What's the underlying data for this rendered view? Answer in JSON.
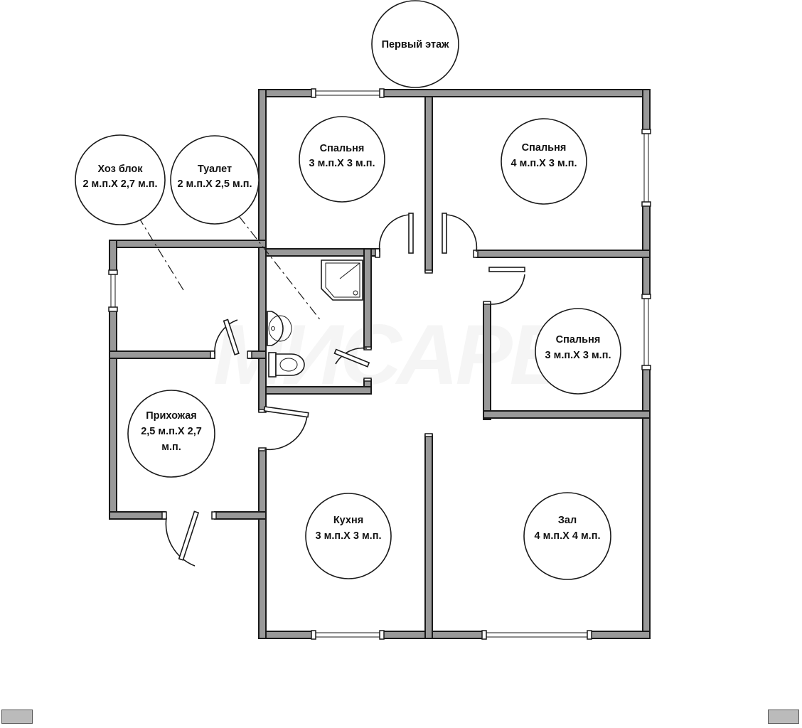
{
  "title": "Первый этаж",
  "watermark": "МИСАРЕ",
  "rooms": [
    {
      "id": "hoz-blok",
      "name": "Хоз блок",
      "size": "2 м.п.Х 2,7 м.п.",
      "size_cont": ""
    },
    {
      "id": "tualet",
      "name": "Туалет",
      "size": "2 м.п.Х 2,5 м.п.",
      "size_cont": ""
    },
    {
      "id": "spalnya-1",
      "name": "Спальня",
      "size": "3 м.п.Х 3 м.п.",
      "size_cont": ""
    },
    {
      "id": "spalnya-2",
      "name": "Спальня",
      "size": "4 м.п.Х 3 м.п.",
      "size_cont": ""
    },
    {
      "id": "spalnya-3",
      "name": "Спальня",
      "size": "3 м.п.Х 3 м.п.",
      "size_cont": ""
    },
    {
      "id": "prihozhaya",
      "name": "Прихожая",
      "size": "2,5 м.п.Х 2,7",
      "size_cont": "м.п."
    },
    {
      "id": "kuhnya",
      "name": "Кухня",
      "size": "3 м.п.Х 3 м.п.",
      "size_cont": ""
    },
    {
      "id": "zal",
      "name": "Зал",
      "size": "4 м.п.Х 4 м.п.",
      "size_cont": ""
    }
  ]
}
